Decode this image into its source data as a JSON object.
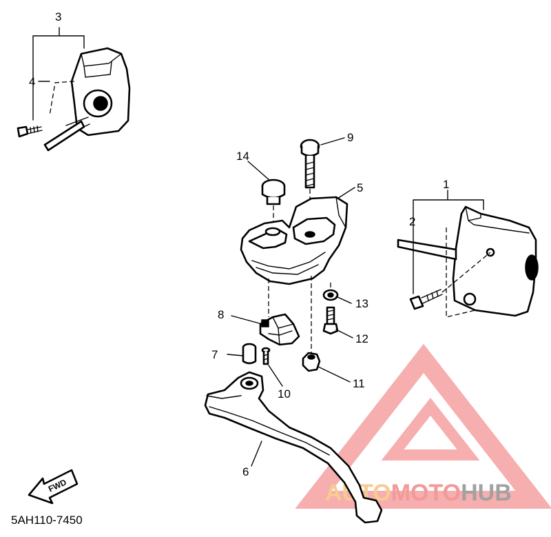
{
  "diagram": {
    "code": "5AH110-7450",
    "fwd_label": "FWD",
    "parts": [
      {
        "id": "p1",
        "label": "1"
      },
      {
        "id": "p2",
        "label": "2"
      },
      {
        "id": "p3",
        "label": "3"
      },
      {
        "id": "p4",
        "label": "4"
      },
      {
        "id": "p5",
        "label": "5"
      },
      {
        "id": "p6",
        "label": "6"
      },
      {
        "id": "p7",
        "label": "7"
      },
      {
        "id": "p8",
        "label": "8"
      },
      {
        "id": "p9",
        "label": "9"
      },
      {
        "id": "p10",
        "label": "10"
      },
      {
        "id": "p11",
        "label": "11"
      },
      {
        "id": "p12",
        "label": "12"
      },
      {
        "id": "p13",
        "label": "13"
      },
      {
        "id": "p14",
        "label": "14"
      }
    ]
  },
  "watermark": {
    "part1": "AUTO",
    "part2": "MOTO",
    "part3": "HUB",
    "color_auto": "#f5c07a",
    "color_moto": "#f08080",
    "color_hub": "#8a8a8a"
  }
}
